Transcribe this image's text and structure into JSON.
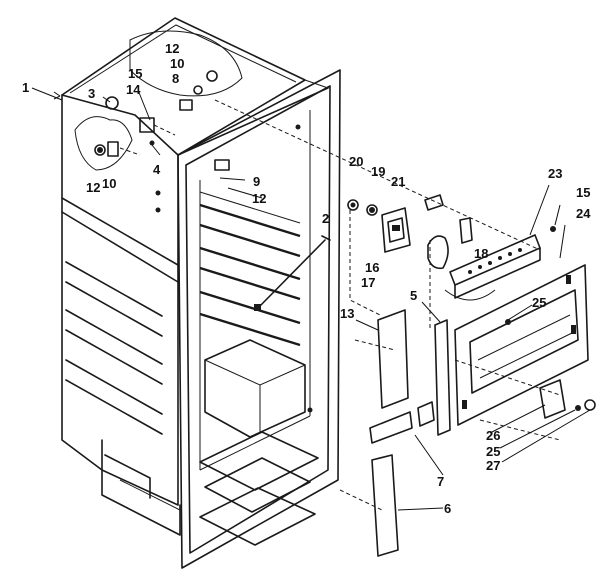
{
  "callouts": {
    "c1": "1",
    "c2": "2",
    "c3": "3",
    "c4": "4",
    "c5": "5",
    "c6": "6",
    "c7": "7",
    "c8": "8",
    "c9": "9",
    "c10a": "10",
    "c10b": "10",
    "c12a": "12",
    "c12b": "12",
    "c12c": "12",
    "c13": "13",
    "c14": "14",
    "c15a": "15",
    "c15b": "15",
    "c16": "16",
    "c17": "17",
    "c18": "18",
    "c19": "19",
    "c20": "20",
    "c21": "21",
    "c23": "23",
    "c24": "24",
    "c25a": "25",
    "c25b": "25",
    "c26": "26",
    "c27": "27"
  }
}
